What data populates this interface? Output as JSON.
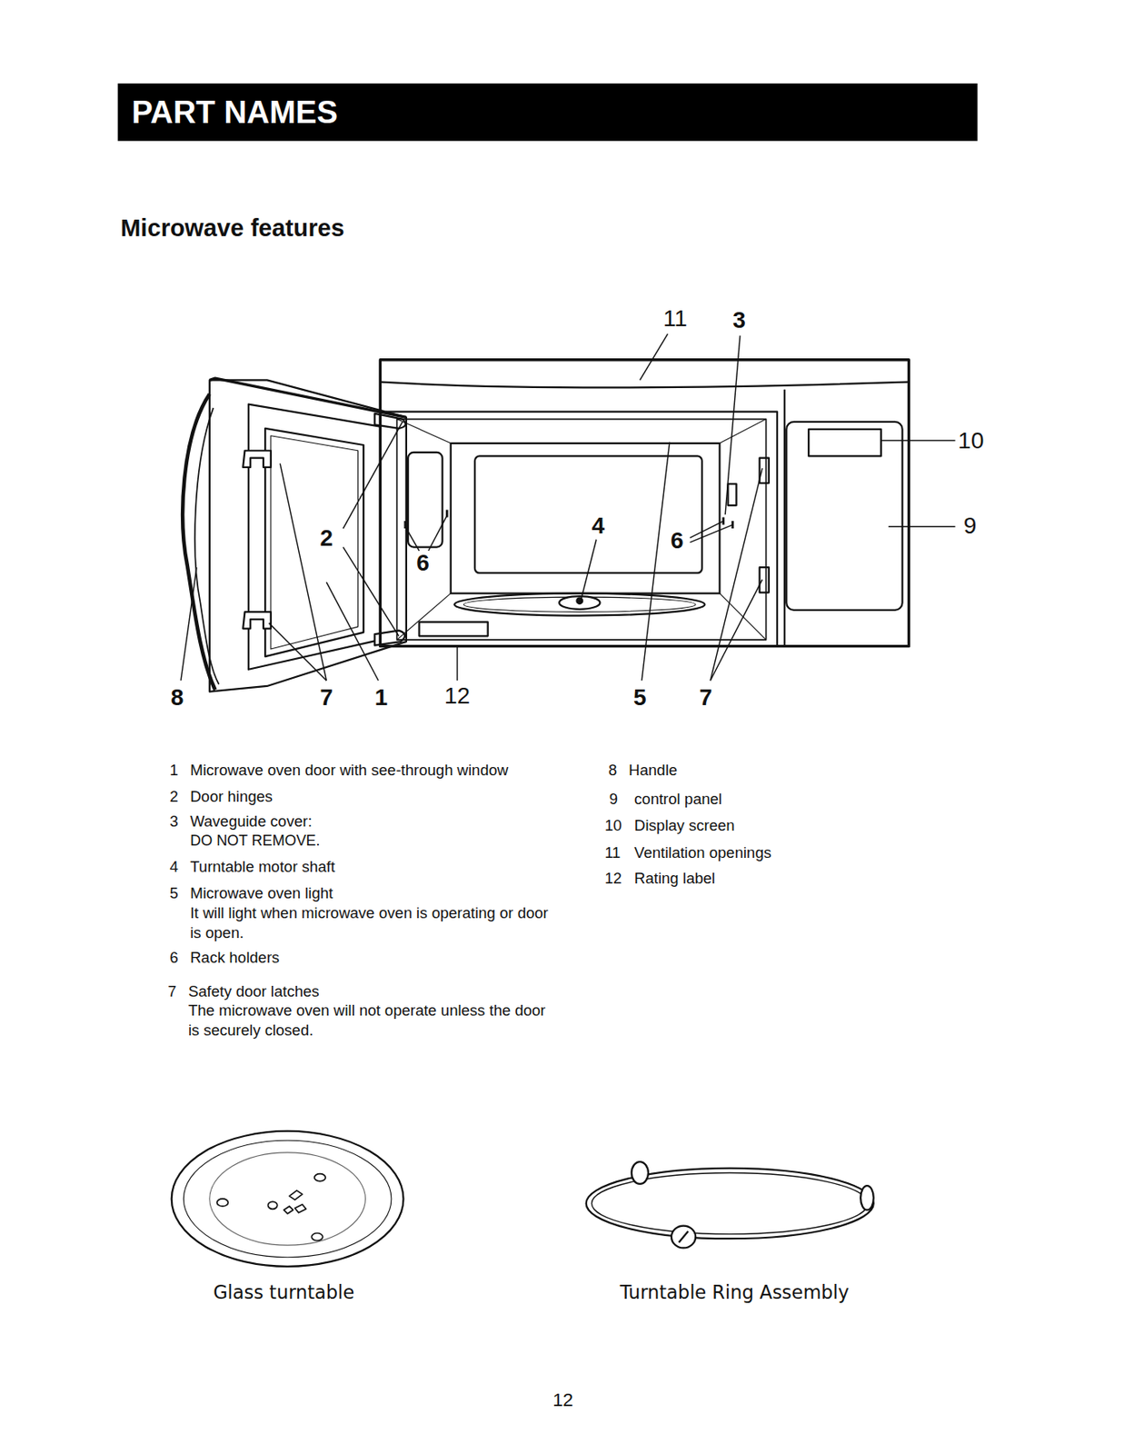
{
  "diagram": {
    "nodes": [
      {
        "text": [
          "PART NAMES"
        ]
      }
    ],
    "labels": [
      "Microwave features",
      "11",
      "3",
      "10",
      "9",
      "2",
      "6",
      "4",
      "6",
      "8",
      "7",
      "1",
      "12",
      "5",
      "7",
      "1",
      "Microwave oven door with see-through window",
      "2",
      "Door hinges",
      "3",
      "Waveguide cover:",
      "DO NOT REMOVE.",
      "4",
      "Turntable motor shaft",
      "5",
      "Microwave oven light",
      "It will light when microwave oven is operating or door is open.",
      "6",
      "Rack holders",
      "7",
      "Safety door latches",
      "The microwave oven will not operate unless the door is securely closed.",
      "8",
      "Handle",
      "9",
      "control panel",
      "10",
      "Display screen",
      "11",
      "Ventilation openings",
      "12",
      "Rating label",
      "Glass turntable",
      "Turntable Ring Assembly",
      "12"
    ]
  }
}
